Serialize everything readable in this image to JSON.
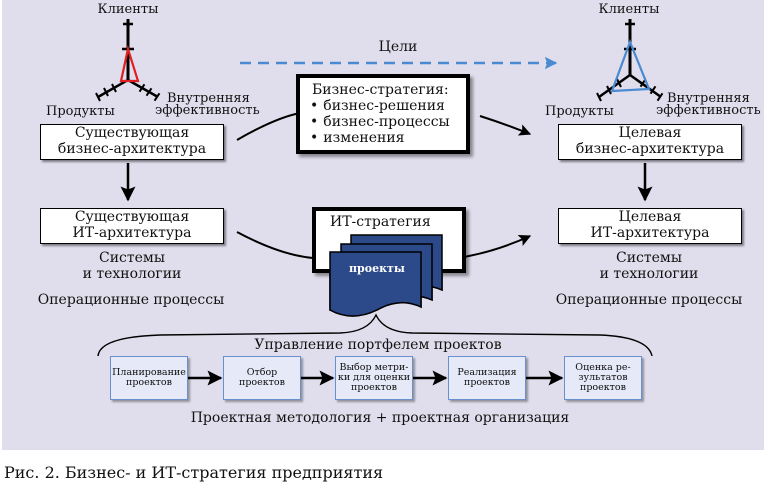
{
  "colors": {
    "panel_bg": "#e0deec",
    "current_triangle": "#e02020",
    "target_triangle": "#4a8ad0",
    "goals_arrow": "#4a8ad0",
    "projects_fill": "#2c4a8a",
    "process_box_fill": "#e6e9f7",
    "process_box_border": "#6a8fcf"
  },
  "left": {
    "triangle": {
      "top_label": "Клиенты",
      "left_label": "Продукты",
      "right_label_line1": "Внутренняя",
      "right_label_line2": "эффективность",
      "icon": "red-triangle-radar-icon"
    },
    "business_arch": {
      "line1": "Существующая",
      "line2": "бизнес-архитектура"
    },
    "it_arch": {
      "line1": "Существующая",
      "line2": "ИТ-архитектура"
    },
    "systems_line1": "Системы",
    "systems_line2": "и технологии",
    "operational": "Операционные процессы"
  },
  "right": {
    "triangle": {
      "top_label": "Клиенты",
      "left_label": "Продукты",
      "right_label_line1": "Внутренняя",
      "right_label_line2": "эффективность",
      "icon": "blue-triangle-radar-icon"
    },
    "business_arch": {
      "line1": "Целевая",
      "line2": "бизнес-архитектура"
    },
    "it_arch": {
      "line1": "Целевая",
      "line2": "ИТ-архитектура"
    },
    "systems_line1": "Системы",
    "systems_line2": "и технологии",
    "operational": "Операционные процессы"
  },
  "goals_label": "Цели",
  "business_strategy": {
    "title": "Бизнес-стратегия:",
    "items": [
      "бизнес-решения",
      "бизнес-процессы",
      "изменения"
    ]
  },
  "it_strategy": {
    "title": "ИТ-стратегия",
    "projects_label": "проекты"
  },
  "portfolio": {
    "title": "Управление портфелем проектов",
    "steps": [
      {
        "line1": "Планирование",
        "line2": "проектов",
        "line3": ""
      },
      {
        "line1": "Отбор",
        "line2": "проектов",
        "line3": ""
      },
      {
        "line1": "Выбор метри-",
        "line2": "ки для оценки",
        "line3": "проектов"
      },
      {
        "line1": "Реализация",
        "line2": "проектов",
        "line3": ""
      },
      {
        "line1": "Оценка ре-",
        "line2": "зультатов",
        "line3": "проектов"
      }
    ],
    "footer": "Проектная методология + проектная организация"
  },
  "caption": "Рис. 2. Бизнес- и ИТ-стратегия предприятия"
}
